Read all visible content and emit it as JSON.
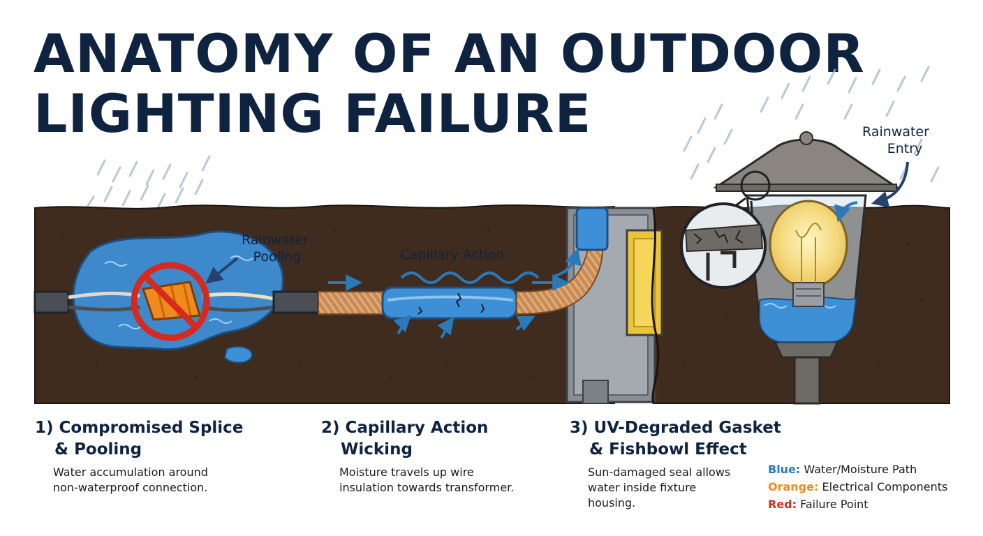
{
  "title": {
    "line1": "ANATOMY OF AN OUTDOOR",
    "line2": "LIGHTING FAILURE"
  },
  "callouts": {
    "rainwater_pooling": [
      "Rainwater",
      "Pooling"
    ],
    "capillary_action": "Capillary Action",
    "rainwater_entry": [
      "Rainwater",
      "Entry"
    ]
  },
  "captions": [
    {
      "heading_line1": "1) Compromised Splice",
      "heading_line2": "& Pooling",
      "body_line1": "Water accumulation around",
      "body_line2": "non-waterproof connection.",
      "body_line3": ""
    },
    {
      "heading_line1": "2) Capillary Action",
      "heading_line2": "Wicking",
      "body_line1": "Moisture travels up wire",
      "body_line2": "insulation towards transformer.",
      "body_line3": ""
    },
    {
      "heading_line1": "3) UV-Degraded Gasket",
      "heading_line2": "& Fishbowl Effect",
      "body_line1": "Sun-damaged seal allows",
      "body_line2": "water inside fixture",
      "body_line3": "housing."
    }
  ],
  "legend": [
    {
      "key": "Blue:",
      "text": "Water/Moisture Path",
      "color": "#2a79b8"
    },
    {
      "key": "Orange:",
      "text": "Electrical Components",
      "color": "#f08a1c"
    },
    {
      "key": "Red:",
      "text": "Failure Point",
      "color": "#d62a1e"
    }
  ],
  "colors": {
    "soil": "#3f2c1e",
    "water": "#3d8fd6",
    "title": "#0f2340",
    "copper": "#c98a55",
    "failure": "#d62a1e"
  }
}
